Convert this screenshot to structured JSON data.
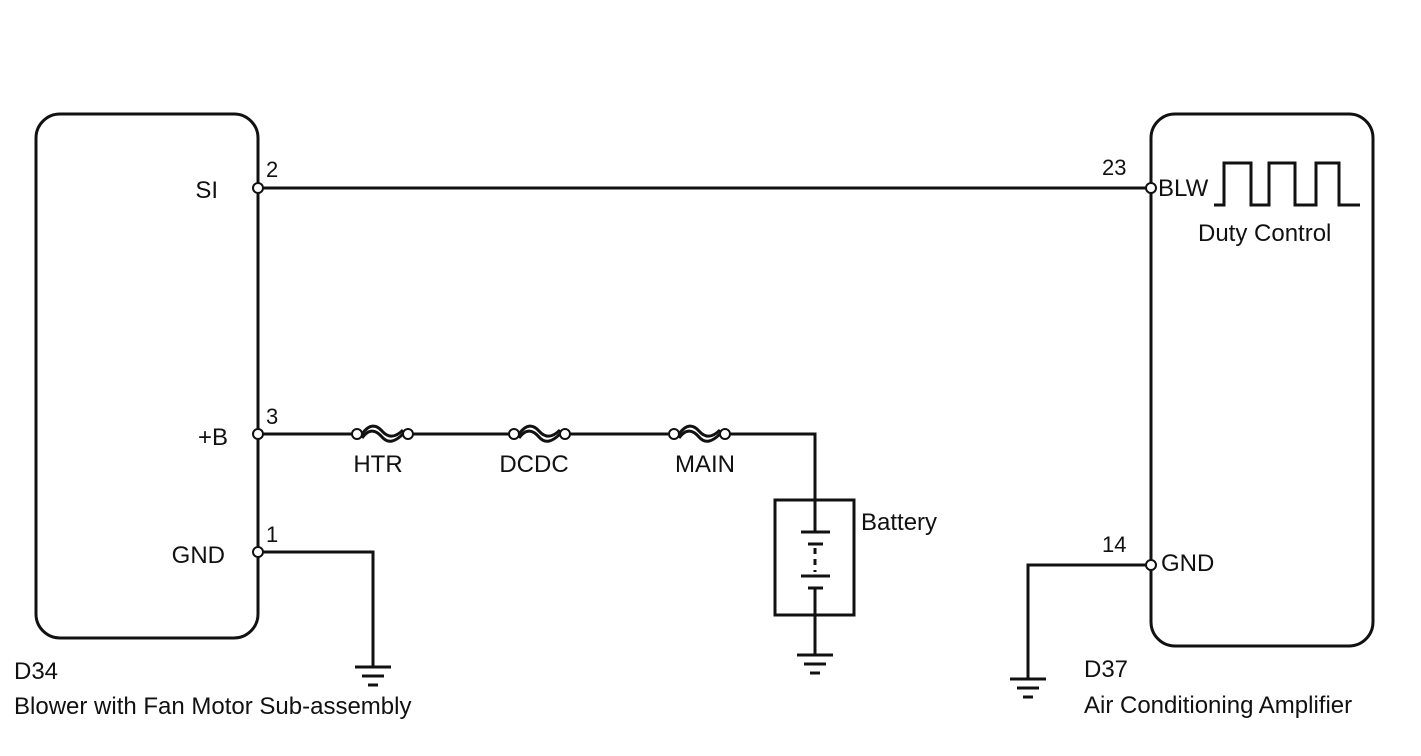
{
  "components": {
    "blower": {
      "code": "D34",
      "name": "Blower with Fan Motor Sub-assembly",
      "pins": {
        "si": {
          "label": "SI",
          "number": "2"
        },
        "b": {
          "label": "+B",
          "number": "3"
        },
        "gnd": {
          "label": "GND",
          "number": "1"
        }
      }
    },
    "amplifier": {
      "code": "D37",
      "name": "Air Conditioning Amplifier",
      "pins": {
        "blw": {
          "label": "BLW",
          "number": "23"
        },
        "gnd": {
          "label": "GND",
          "number": "14"
        }
      },
      "signal_label": "Duty Control"
    }
  },
  "fuses": [
    {
      "label": "HTR"
    },
    {
      "label": "DCDC"
    },
    {
      "label": "MAIN"
    }
  ],
  "battery": {
    "label": "Battery"
  }
}
